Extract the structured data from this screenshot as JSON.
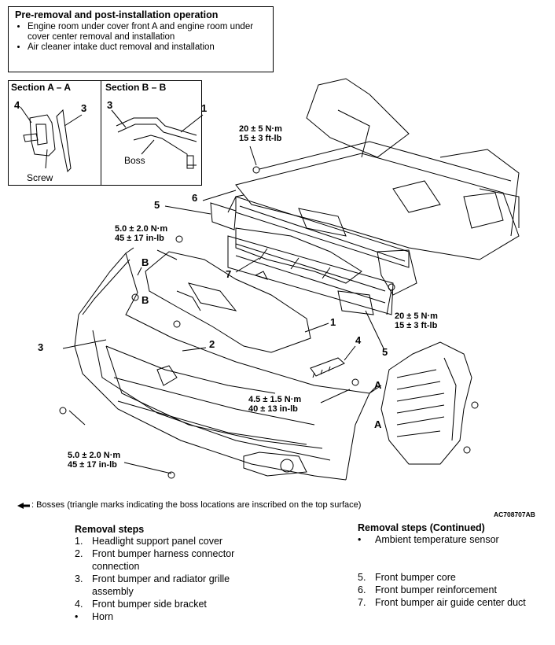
{
  "pre_box": {
    "title": "Pre-removal and post-installation operation",
    "items": [
      "Engine room under cover front A and engine room under cover center removal and installation",
      "Air cleaner intake duct removal and installation"
    ]
  },
  "sections": {
    "a_title": "Section A – A",
    "b_title": "Section B – B",
    "a_callouts": {
      "four": "4",
      "three": "3",
      "screw": "Screw"
    },
    "b_callouts": {
      "three": "3",
      "one": "1",
      "boss": "Boss"
    }
  },
  "callouts": {
    "one": "1",
    "two": "2",
    "three": "3",
    "four": "4",
    "five_left": "5",
    "five_right": "5",
    "six": "6",
    "seven": "7",
    "b_upper": "B",
    "b_lower": "B",
    "a_upper": "A",
    "a_lower": "A"
  },
  "torques": {
    "t1": {
      "nm": "20 ± 5 N·m",
      "imp": "15 ± 3 ft-lb"
    },
    "t2": {
      "nm": "5.0 ± 2.0 N·m",
      "imp": "45 ± 17 in-lb"
    },
    "t3": {
      "nm": "20 ± 5 N·m",
      "imp": "15 ± 3 ft-lb"
    },
    "t4": {
      "nm": "4.5 ± 1.5 N·m",
      "imp": "40 ± 13 in-lb"
    },
    "t5": {
      "nm": "5.0 ± 2.0 N·m",
      "imp": "45 ± 17 in-lb"
    }
  },
  "figure_code": "AC708707AB",
  "boss_note": ": Bosses (triangle marks indicating the boss locations are inscribed on the top surface)",
  "icons": {
    "boss_marker": "boss-arrow-icon",
    "step_bullet": "bullet-icon"
  },
  "removal_steps": {
    "title": "Removal steps",
    "items": [
      {
        "marker": "1.",
        "text": "Headlight support panel cover"
      },
      {
        "marker": "2.",
        "text": "Front bumper harness connector connection"
      },
      {
        "marker": "3.",
        "text": "Front bumper and radiator grille assembly"
      },
      {
        "marker": "4.",
        "text": "Front bumper side bracket"
      },
      {
        "marker": "•",
        "text": "Horn"
      }
    ]
  },
  "removal_steps_cont": {
    "title": "Removal steps (Continued)",
    "items": [
      {
        "marker": "•",
        "text": "Ambient temperature sensor"
      },
      {
        "marker": "5.",
        "text": "Front bumper core"
      },
      {
        "marker": "6.",
        "text": "Front bumper reinforcement"
      },
      {
        "marker": "7.",
        "text": "Front bumper air guide center duct"
      }
    ]
  }
}
